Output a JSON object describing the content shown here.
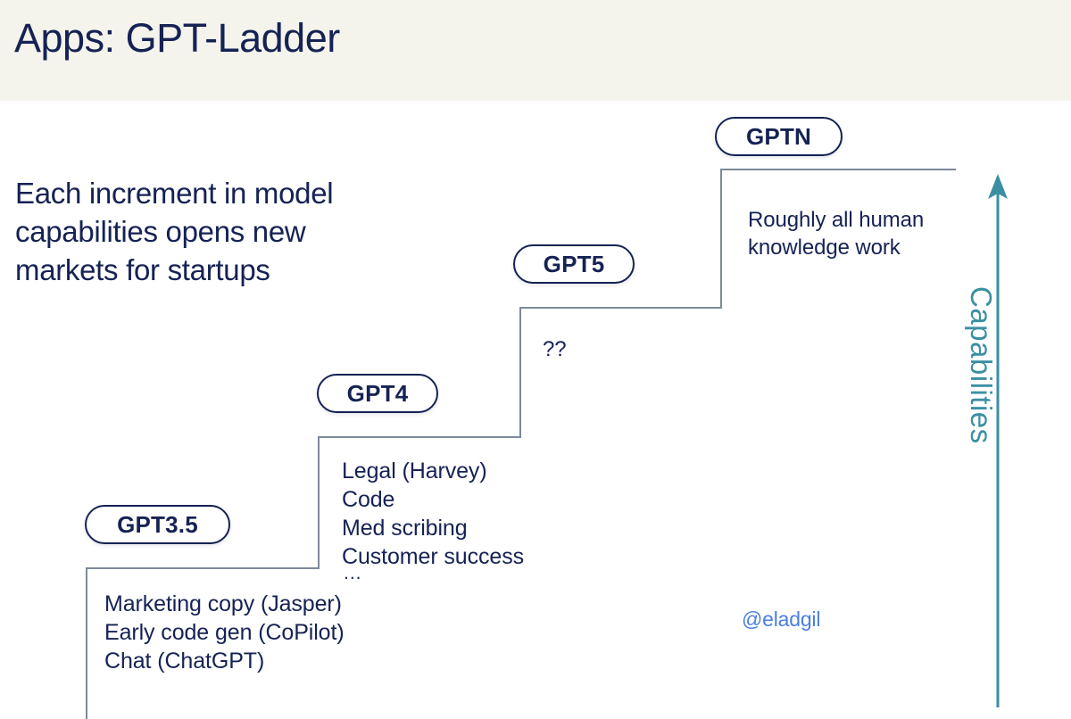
{
  "header": {
    "title": "Apps: GPT-Ladder",
    "background_color": "#f4f3ec",
    "title_color": "#152254"
  },
  "headline": {
    "text": "Each increment in model capabilities opens new markets for startups"
  },
  "colors": {
    "navy": "#152254",
    "step_line": "#7d8a9a",
    "teal": "#3b8fa3",
    "link_blue": "#4a7fe0",
    "cream": "#f4f3ec",
    "white": "#ffffff"
  },
  "axis": {
    "label": "Capabilities",
    "direction": "up",
    "color": "#3b8fa3"
  },
  "attribution": {
    "handle": "@eladgil"
  },
  "ellipsis": {
    "mark": "..."
  },
  "steps": [
    {
      "id": "gpt35",
      "pill_label": "GPT3.5",
      "notes": [
        "Marketing copy (Jasper)",
        "Early code gen (CoPilot)",
        "Chat (ChatGPT)"
      ]
    },
    {
      "id": "gpt4",
      "pill_label": "GPT4",
      "notes": [
        "Legal (Harvey)",
        "Code",
        "Med scribing",
        "Customer success"
      ]
    },
    {
      "id": "gpt5",
      "pill_label": "GPT5",
      "notes": [
        "??"
      ]
    },
    {
      "id": "gptn",
      "pill_label": "GPTN",
      "notes": [
        "Roughly all human",
        "knowledge work"
      ]
    }
  ],
  "chart_data": {
    "type": "line",
    "title": "Apps: GPT-Ladder",
    "xlabel": "",
    "ylabel": "Capabilities",
    "grid": false,
    "legend": "none",
    "categories": [
      "GPT3.5",
      "GPT4",
      "GPT5",
      "GPTN"
    ],
    "values": [
      1,
      2,
      3,
      4
    ],
    "annotations": [
      "Marketing copy (Jasper)",
      "Early code gen (CoPilot)",
      "Chat (ChatGPT)",
      "Legal (Harvey)",
      "Code",
      "Med scribing",
      "Customer success",
      "??",
      "Roughly all human knowledge work"
    ]
  }
}
